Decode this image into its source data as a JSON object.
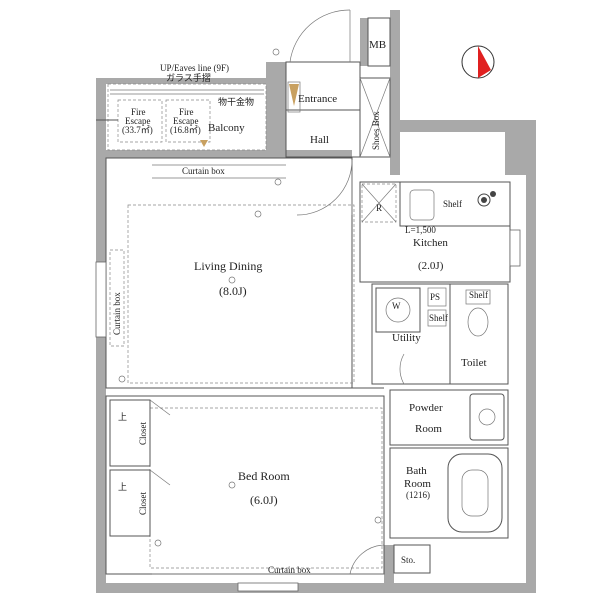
{
  "rooms": {
    "mb": "MB",
    "entrance": "Entrance",
    "hall": "Hall",
    "shoes_box": "Shoes Box",
    "balcony": "Balcony",
    "fire_escape_1": "Fire",
    "fire_escape_1b": "Escape",
    "fire_escape_1c": "(33.7㎡)",
    "fire_escape_2": "Fire",
    "fire_escape_2b": "Escape",
    "fire_escape_2c": "(16.8㎡)",
    "upper_note": "UP/Eaves line (9F)",
    "upper_note_jp": "ガラス手摺",
    "balcony_jp": "物干金物",
    "curtain_box_top": "Curtain box",
    "curtain_box_left": "Curtain box",
    "curtain_box_bottom": "Curtain box",
    "living_dining": "Living Dining",
    "living_dining_size": "(8.0J)",
    "kitchen": "Kitchen",
    "kitchen_size": "(2.0J)",
    "kitchen_len": "L=1,500",
    "shelf_kitchen": "Shelf",
    "r": "R",
    "w": "W",
    "ps": "PS",
    "shelf_utility": "Shelf",
    "shelf_toilet": "Shelf",
    "utility": "Utility",
    "toilet": "Toilet",
    "powder": "Powder",
    "powder_room": "Room",
    "bath": "Bath",
    "bath_room": "Room",
    "bath_size": "(1216)",
    "closet_1": "Closet",
    "closet_2": "Closet",
    "closet_jp_1": "上",
    "closet_jp_2": "上",
    "bed_room": "Bed Room",
    "bed_room_size": "(6.0J)",
    "storage": "Sto."
  },
  "colors": {
    "wall": "#a9a9a9",
    "compass_red": "#e02020"
  }
}
